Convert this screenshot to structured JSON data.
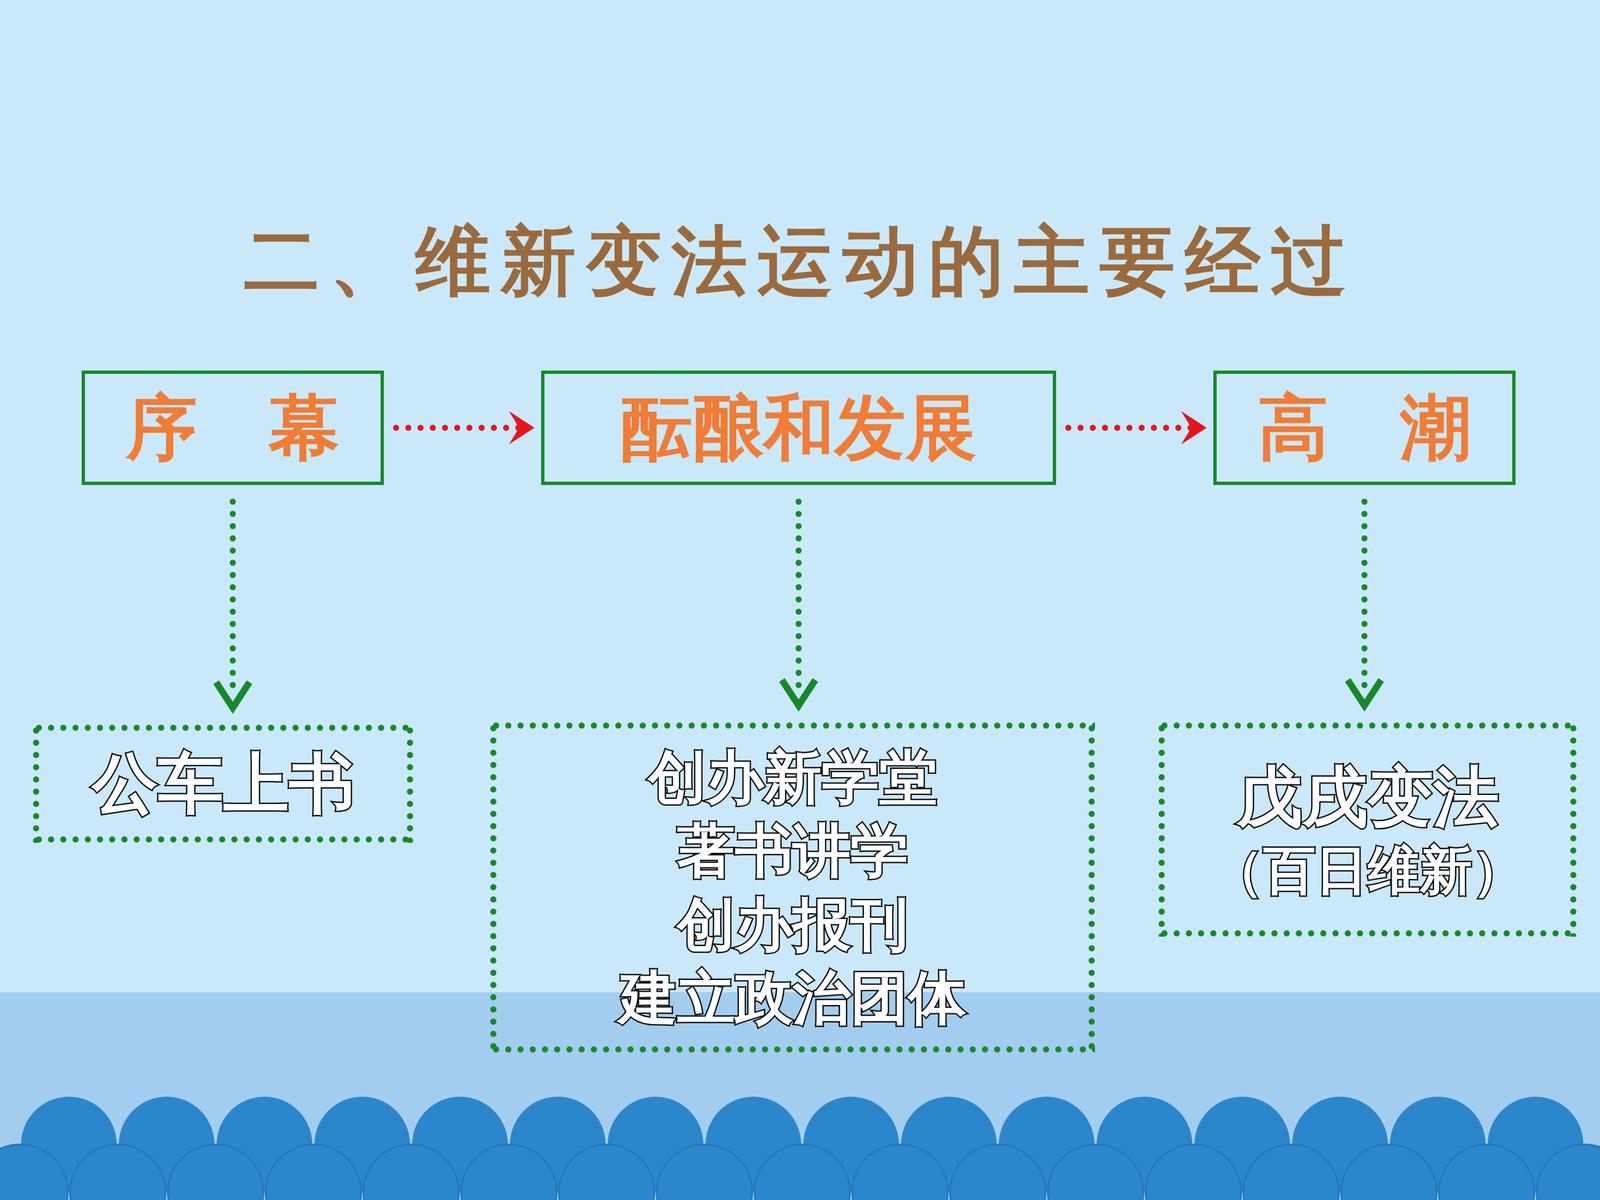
{
  "diagram": {
    "title": "二、维新变法运动的主要经过",
    "nodes": [
      {
        "text": [
          "序　幕"
        ]
      },
      {
        "text": [
          "酝酿和发展"
        ]
      },
      {
        "text": [
          "高　潮"
        ]
      },
      {
        "text": [
          "公车上书"
        ]
      },
      {
        "text": [
          "创办新学堂",
          "著书讲学",
          "创办报刊",
          "建立政治团体"
        ]
      },
      {
        "text": [
          "戊戌变法",
          "（百日维新）"
        ]
      }
    ],
    "edges": [
      {
        "from": 0,
        "to": 1,
        "arrow": "to"
      },
      {
        "from": 1,
        "to": 2,
        "arrow": "to"
      },
      {
        "from": 0,
        "to": 3,
        "arrow": "to"
      },
      {
        "from": 1,
        "to": 4,
        "arrow": "to"
      },
      {
        "from": 2,
        "to": 5,
        "arrow": "to"
      }
    ]
  }
}
